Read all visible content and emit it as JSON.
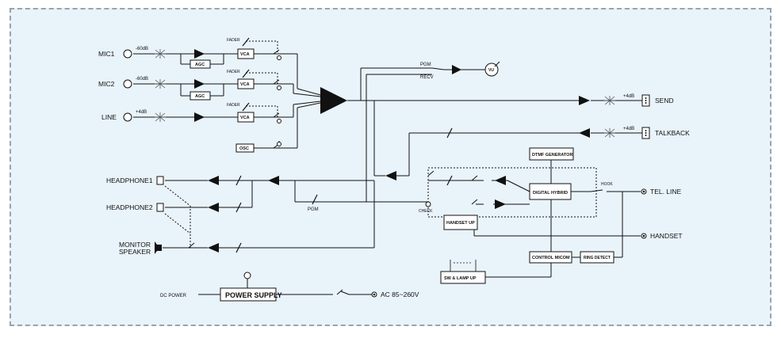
{
  "inputs": {
    "mic1": {
      "label": "MIC1",
      "level": "-60dB"
    },
    "mic2": {
      "label": "MIC2",
      "level": "-60dB"
    },
    "line": {
      "label": "LINE",
      "level": "+4dB"
    }
  },
  "blocks": {
    "agc": "AGC",
    "vca": "VCA",
    "fader": "FADER",
    "osc": "OSC",
    "vu": "VU",
    "dtmf": "DTMF GENERATOR",
    "digital_hybrid": "DIGITAL HYBRID",
    "handset_up": "HANDSET UP",
    "control_micom": "CONTROL MICOM",
    "ring_detect": "RING DETECT",
    "sw_lamp_up": "SW & LAMP UP",
    "power_supply": "POWER SUPPLY"
  },
  "signals": {
    "pgm": "PGM",
    "recv": "RECV",
    "pgm_bottom": "PGM",
    "check": "CHECK",
    "hook": "HOOK"
  },
  "outputs": {
    "send": {
      "label": "SEND",
      "level": "+4dB"
    },
    "talkback": {
      "label": "TALKBACK",
      "level": "+4dB"
    },
    "tel_line": "TEL. LINE",
    "handset": "HANDSET",
    "headphone1": "HEADPHONE1",
    "headphone2": "HEADPHONE2",
    "monitor_speaker_1": "MONITOR",
    "monitor_speaker_2": "SPEAKER"
  },
  "power": {
    "dc_power": "DC POWER",
    "ac": "AC 85~260V"
  }
}
